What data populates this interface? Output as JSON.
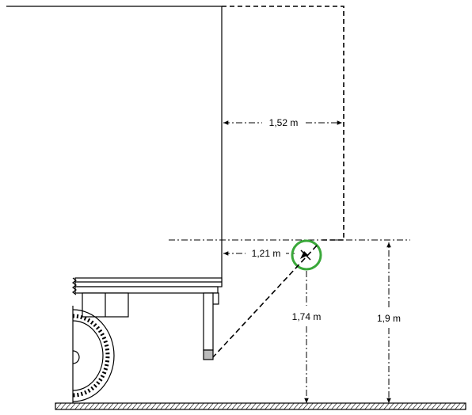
{
  "colors": {
    "line": "#000000",
    "marker_ring": "#3aa83a",
    "ground_hatch": "#000000",
    "background": "#ffffff"
  },
  "dimensions": {
    "width_upper": "1,52 m",
    "offset_lower": "1,21 m",
    "height_pivot": "1,74 m",
    "height_total": "1,9 m"
  },
  "icons": {
    "pivot_marker": "circled-pivot-icon"
  }
}
